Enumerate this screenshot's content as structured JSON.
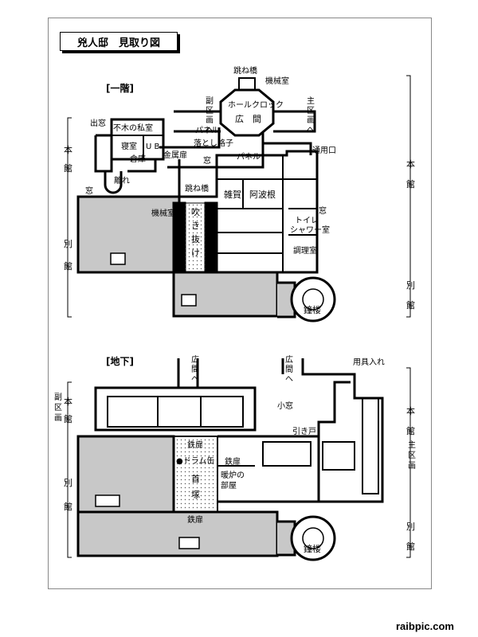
{
  "title": "兇人邸　見取り図",
  "watermark": "raibpic.com",
  "colors": {
    "wall": "#000000",
    "shade": "#c8c8c8",
    "frame": "#888888"
  },
  "floor1": {
    "header": "[一階]",
    "wing_main": [
      "本",
      "館"
    ],
    "wing_annex": [
      "別",
      "館"
    ],
    "wing_annex_right": [
      "別",
      "館"
    ],
    "wing_main_right": [
      "本",
      "館"
    ],
    "labels": {
      "drawbridge_top": "跳ね橋",
      "machine_room_top": "機械室",
      "hall_clock": "ホールクロック",
      "hall": "広　間",
      "sub_gallery": [
        "副",
        "区",
        "画",
        "へ"
      ],
      "main_gallery": [
        "主",
        "区",
        "画",
        "へ"
      ],
      "exit_window": "出窓",
      "fuki_room": "不木の私室",
      "bedroom": "寝室",
      "ub": "U B",
      "panel1": "パネル",
      "lattice": "落とし格子",
      "panel2": "パネル",
      "service_door": "通用口",
      "storage": "倉庫",
      "metal_door": "金属扉",
      "window1": "窓",
      "detached": "離れ",
      "window2": "窓",
      "drawbridge_mid": "跳ね橋",
      "zatsuga": "雑賀",
      "aharu": "阿波根",
      "window3": "窓",
      "machine_room_mid": "機械室",
      "atrium": [
        "吹",
        "き",
        "抜",
        "け"
      ],
      "toilet": "トイレ",
      "shower": "シャワー室",
      "kitchen": "調理室",
      "clock_tower": "鐘楼"
    }
  },
  "basement": {
    "header": "[地下]",
    "wing_main_left": [
      "本",
      "館"
    ],
    "wing_sub_left": [
      "副",
      "区",
      "画"
    ],
    "wing_annex_left": [
      "別",
      "館"
    ],
    "wing_main_right": [
      "本",
      "館"
    ],
    "wing_mainsec_right": [
      "主",
      "区",
      "画"
    ],
    "wing_annex_right": [
      "別",
      "館"
    ],
    "labels": {
      "hall_left": [
        "広",
        "間",
        "へ"
      ],
      "hall_right": [
        "広",
        "間",
        "へ"
      ],
      "tools": "用具入れ",
      "small_window": "小窓",
      "sliding_door": "引き戸",
      "iron_door1": "鉄扉",
      "drum": "●ドラム缶",
      "head_mound": [
        "首",
        "塚"
      ],
      "iron_door2": "鉄扉",
      "boiler": [
        "暖炉の",
        "部屋"
      ],
      "iron_door3": "鉄扉",
      "clock_tower": "鐘楼"
    }
  }
}
